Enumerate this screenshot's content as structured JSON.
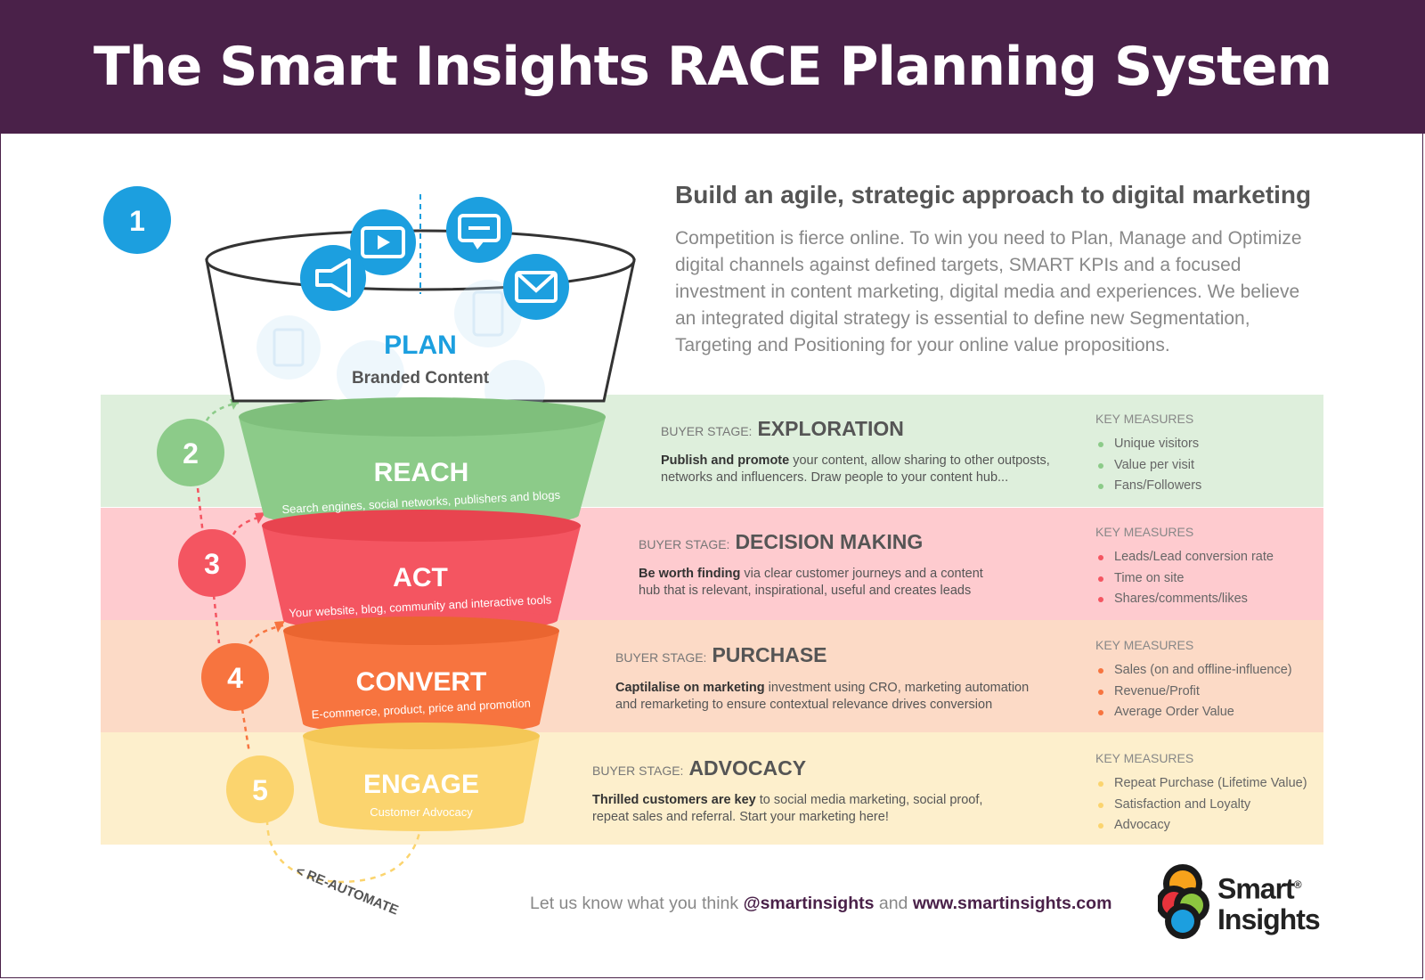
{
  "title": "The Smart Insights RACE Planning System",
  "intro": {
    "heading": "Build an agile, strategic approach to digital marketing",
    "body": "Competition is fierce online. To win you need to Plan, Manage and Optimize digital channels against defined targets, SMART KPIs and a focused investment in content marketing, digital media and experiences. We believe an integrated digital strategy is essential to define new Segmentation, Targeting and Positioning for your online value propositions."
  },
  "plan": {
    "number": "1",
    "label": "PLAN",
    "sub": "Branded Content"
  },
  "stages": [
    {
      "number": "2",
      "label": "REACH",
      "sub": "Search engines, social networks, publishers and blogs",
      "color": "#8ccb89",
      "number_color": "#8ccb89",
      "band_color": "#deefdc",
      "buyer_stage_prefix": "BUYER STAGE:",
      "buyer_stage": "EXPLORATION",
      "desc_bold": "Publish and promote",
      "desc_rest": " your content, allow sharing to other outposts, networks and influencers. Draw people to your content hub...",
      "measures_title": "KEY MEASURES",
      "measures": [
        "Unique visitors",
        "Value per visit",
        "Fans/Followers"
      ]
    },
    {
      "number": "3",
      "label": "ACT",
      "sub": "Your website, blog, community and interactive tools",
      "color": "#f45561",
      "number_color": "#f45561",
      "band_color": "#fecbcf",
      "buyer_stage_prefix": "BUYER STAGE:",
      "buyer_stage": "DECISION MAKING",
      "desc_bold": "Be worth finding",
      "desc_rest": " via clear customer journeys and a content hub that is relevant, inspirational, useful and creates leads",
      "measures_title": "KEY MEASURES",
      "measures": [
        "Leads/Lead conversion rate",
        "Time on site",
        "Shares/comments/likes"
      ]
    },
    {
      "number": "4",
      "label": "CONVERT",
      "sub": "E-commerce, product, price and promotion",
      "color": "#f7743f",
      "number_color": "#f7743f",
      "band_color": "#fcdac6",
      "buyer_stage_prefix": "BUYER STAGE:",
      "buyer_stage": "PURCHASE",
      "desc_bold": "Captilalise on marketing",
      "desc_rest": " investment using CRO, marketing automation and remarketing to ensure contextual relevance drives conversion",
      "measures_title": "KEY MEASURES",
      "measures": [
        "Sales (on and offline-influence)",
        "Revenue/Profit",
        "Average Order Value"
      ]
    },
    {
      "number": "5",
      "label": "ENGAGE",
      "sub": "Customer Advocacy",
      "color": "#fbd46e",
      "number_color": "#fbd46e",
      "band_color": "#fdefcc",
      "buyer_stage_prefix": "BUYER STAGE:",
      "buyer_stage": "ADVOCACY",
      "desc_bold": "Thrilled customers are key",
      "desc_rest": " to social media marketing, social proof, repeat sales and referral. Start your marketing here!",
      "measures_title": "KEY MEASURES",
      "measures": [
        "Repeat Purchase (Lifetime Value)",
        "Satisfaction and Loyalty",
        "Advocacy"
      ]
    }
  ],
  "reautomate": "< RE-AUTOMATE",
  "footer": {
    "prefix": "Let us know what you think ",
    "handle": "@smartinsights",
    "middle": " and ",
    "url": "www.smartinsights.com"
  },
  "logo": {
    "line1": "Smart",
    "line2": "Insights",
    "mark": "®"
  },
  "icons": [
    "megaphone-icon",
    "video-icon",
    "chat-icon",
    "mail-icon",
    "document-icon",
    "tablet-icon",
    "calendar-icon",
    "star-icon"
  ]
}
